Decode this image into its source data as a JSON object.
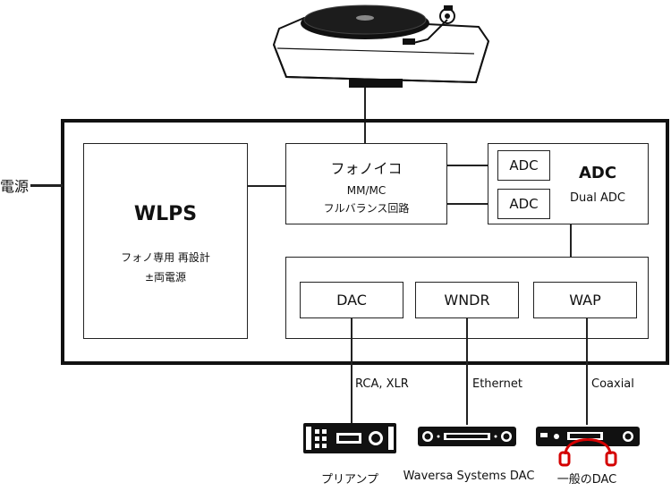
{
  "power": {
    "label": "電源"
  },
  "wlps": {
    "title": "WLPS",
    "line1": "フォノ専用 再設計",
    "line2": "±両電源"
  },
  "phono": {
    "title": "フォノイコ",
    "line1": "MM/MC",
    "line2": "フルバランス回路"
  },
  "adc": {
    "box1": "ADC",
    "box2": "ADC",
    "title": "ADC",
    "subtitle": "Dual ADC"
  },
  "outputs": {
    "dac": "DAC",
    "wndr": "WNDR",
    "wap": "WAP"
  },
  "connections": {
    "rca": "RCA, XLR",
    "ethernet": "Ethernet",
    "coaxial": "Coaxial"
  },
  "devices": {
    "preamp": "プリアンプ",
    "waversa_dac": "Waversa Systems DAC",
    "general_dac": "一般のDAC"
  }
}
